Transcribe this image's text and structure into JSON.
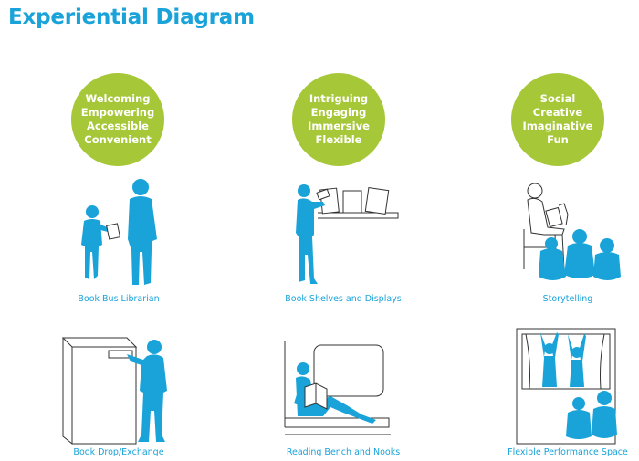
{
  "title": "Experiential Diagram",
  "colors": {
    "accent_blue": "#19a3d9",
    "circle_green": "#a6c738",
    "outline": "#333333"
  },
  "columns": [
    {
      "qualities": [
        "Welcoming",
        "Empowering",
        "Accessible",
        "Convenient"
      ]
    },
    {
      "qualities": [
        "Intriguing",
        "Engaging",
        "Immersive",
        "Flexible"
      ]
    },
    {
      "qualities": [
        "Social",
        "Creative",
        "Imaginative",
        "Fun"
      ]
    }
  ],
  "captions": [
    "Book Bus Librarian",
    "Book Shelves and Displays",
    "Storytelling",
    "Book Drop/Exchange",
    "Reading Bench and Nooks",
    "Flexible Performance Space"
  ],
  "icons": [
    "librarian-and-child-icon",
    "child-at-bookshelf-icon",
    "storyteller-with-children-icon",
    "child-at-book-drop-icon",
    "child-reading-on-bench-icon",
    "children-performing-icon"
  ]
}
